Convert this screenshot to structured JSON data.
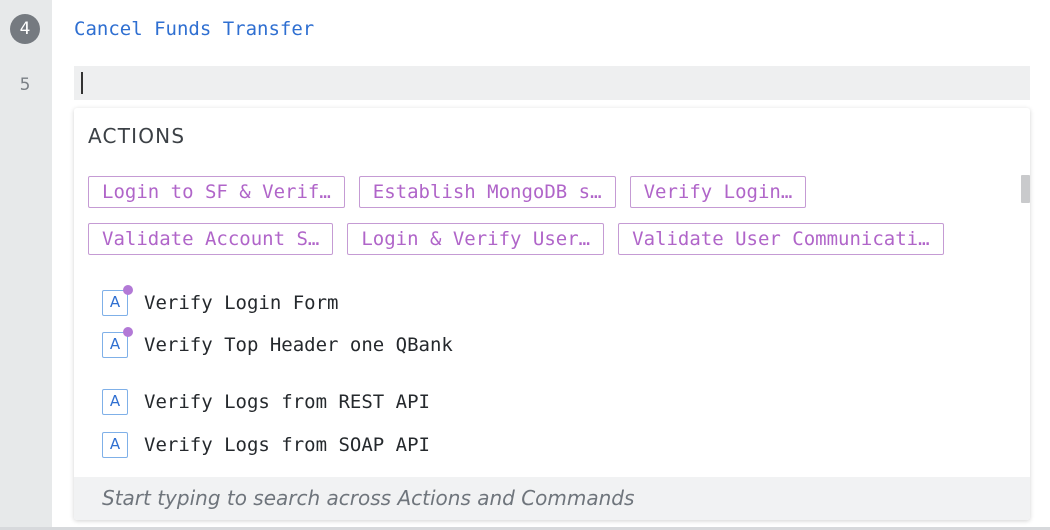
{
  "editor": {
    "lines": [
      {
        "number": "4",
        "text": "Cancel Funds Transfer"
      },
      {
        "number": "5",
        "text": ""
      }
    ]
  },
  "dropdown": {
    "section_title": "ACTIONS",
    "chips": [
      "Login to SF & Verif…",
      "Establish MongoDB s…",
      "Verify Login…",
      "Validate Account S…",
      "Login & Verify User…",
      "Validate User Communicati…"
    ],
    "items": [
      {
        "icon": "A",
        "label": "Verify Login Form",
        "has_dot": true
      },
      {
        "icon": "A",
        "label": "Verify Top Header one QBank",
        "has_dot": true
      },
      {
        "icon": "A",
        "label": "Verify Logs from REST API",
        "has_dot": false
      },
      {
        "icon": "A",
        "label": "Verify Logs from SOAP API",
        "has_dot": false
      }
    ],
    "footer_hint": "Start typing to search across Actions and Commands"
  },
  "icons": {
    "action": "action-a-icon",
    "status_dot": "status-dot-icon"
  },
  "colors": {
    "step_text": "#2f6fd1",
    "chip": "#b065c9",
    "dot": "#b279d6",
    "icon_border": "#7fb0e8"
  }
}
